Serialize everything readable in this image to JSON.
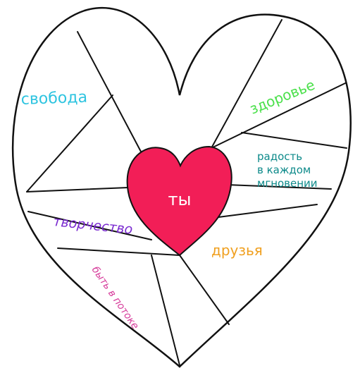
{
  "center": {
    "text": "ты",
    "fill": "#f21e57",
    "text_color": "#ffffff"
  },
  "labels": {
    "freedom": {
      "text": "свобода",
      "color": "#2ec4e0"
    },
    "health": {
      "text": "здоровье",
      "color": "#4be04b"
    },
    "joy_line1": {
      "text": "радость",
      "color": "#0d8a8a"
    },
    "joy_line2": {
      "text": "в каждом",
      "color": "#0d8a8a"
    },
    "joy_line3": {
      "text": "мгновении",
      "color": "#0d8a8a"
    },
    "creativity": {
      "text": "творчество",
      "color": "#7a2ad0"
    },
    "friends": {
      "text": "друзья",
      "color": "#f0a020"
    },
    "flow": {
      "text": "быть в потоке",
      "color": "#d63a9a"
    }
  }
}
